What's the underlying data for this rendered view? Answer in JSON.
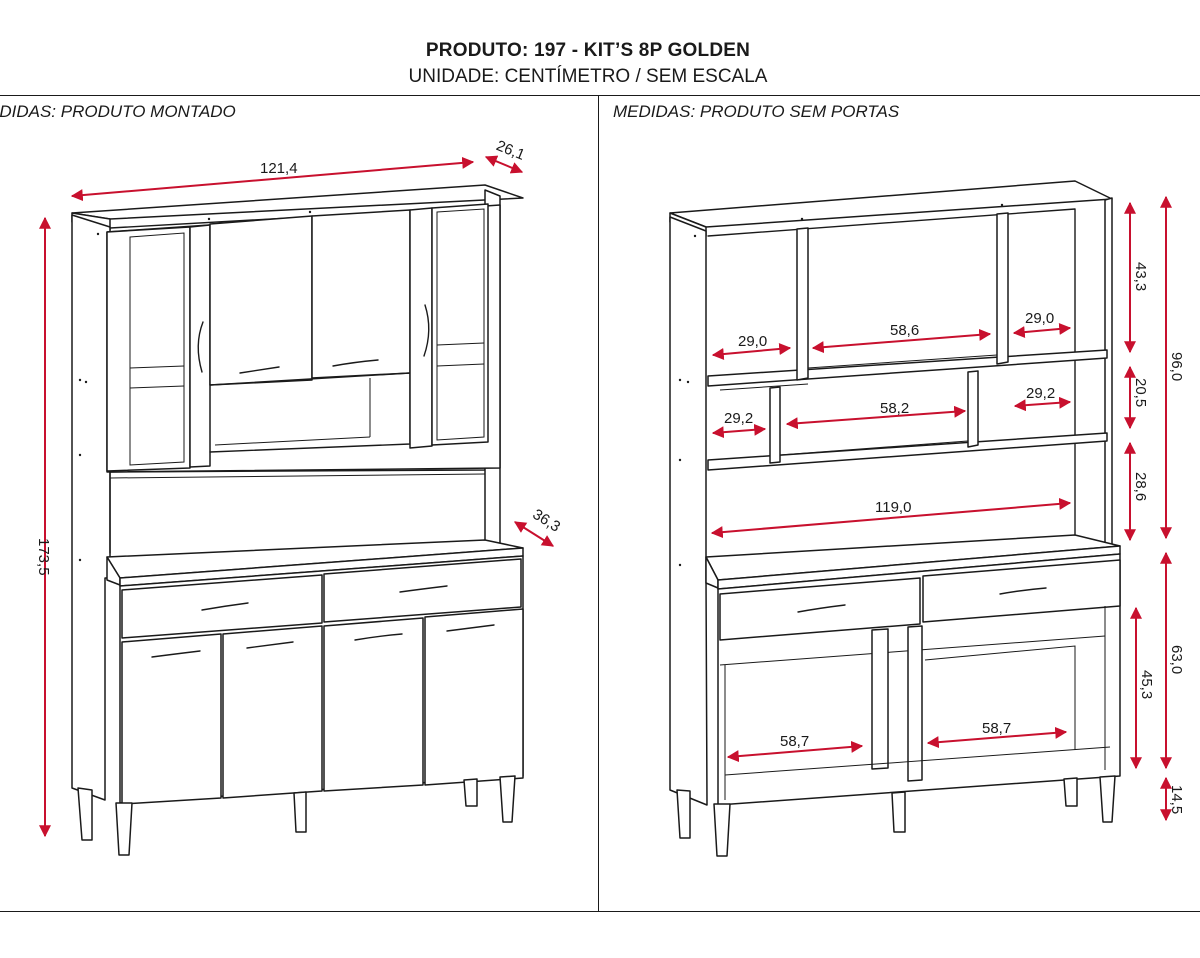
{
  "header": {
    "title": "PRODUTO: 197 - KIT’S 8P GOLDEN",
    "subtitle": "UNIDADE: CENTÍMETRO / SEM ESCALA"
  },
  "panels": {
    "left_label": "EDIDAS: PRODUTO MONTADO",
    "right_label": "MEDIDAS: PRODUTO SEM PORTAS"
  },
  "dimensions": {
    "left": {
      "width": "121,4",
      "depth_top": "26,1",
      "height": "173,5",
      "depth_counter": "36,3"
    },
    "right": {
      "top_left_niche": "29,0",
      "top_center_niche": "58,6",
      "top_right_niche": "29,0",
      "mid_left_niche": "29,2",
      "mid_center_niche": "58,2",
      "mid_right_niche": "29,2",
      "open_shelf": "119,0",
      "lower_left": "58,7",
      "lower_right": "58,7",
      "h_top_row": "43,3",
      "h_mid_row": "20,5",
      "h_open": "28,6",
      "h_upper_total": "96,0",
      "h_lower_inner": "45,3",
      "h_lower_total": "63,0",
      "h_feet": "14,5"
    }
  },
  "colors": {
    "dimension_line": "#c8102e",
    "drawing_line": "#1a1a1a"
  }
}
